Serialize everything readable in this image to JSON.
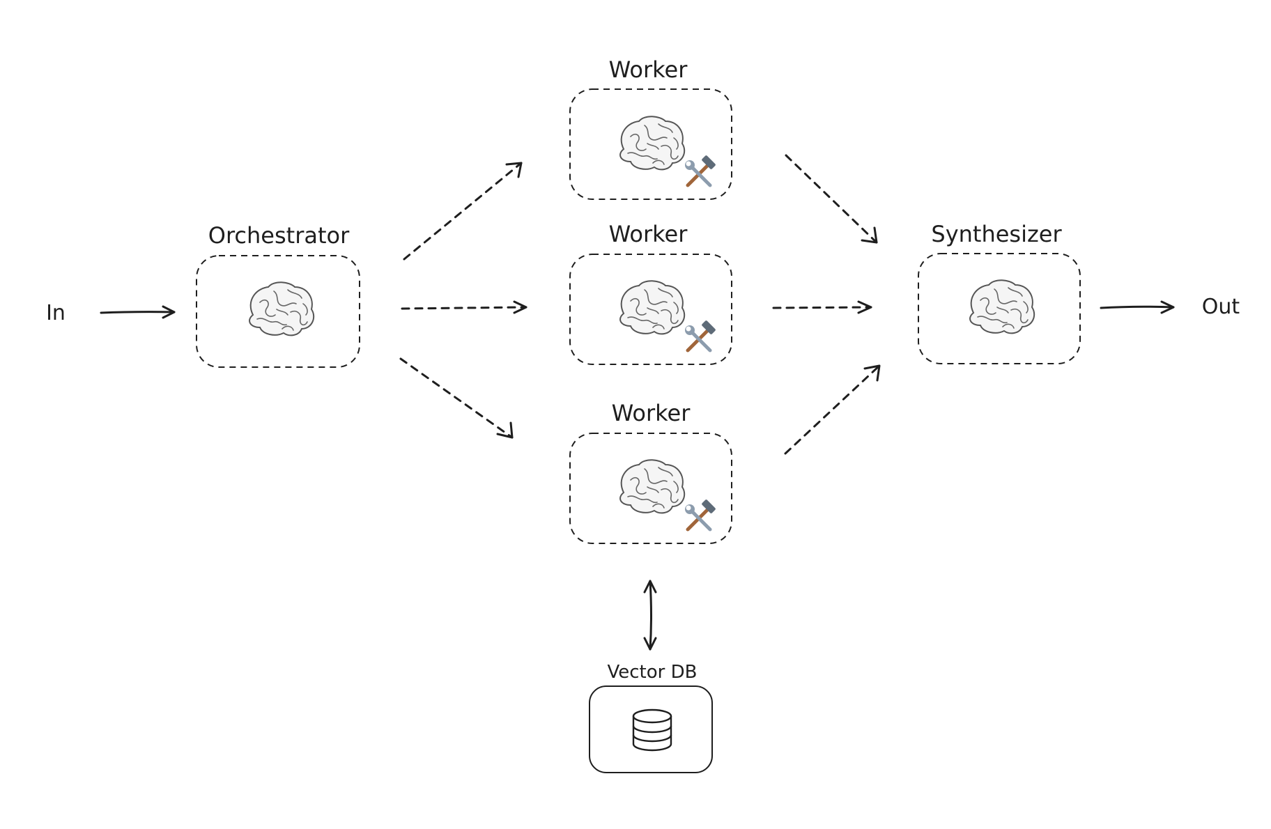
{
  "nodes": {
    "input": {
      "label": "In"
    },
    "orchestrator": {
      "label": "Orchestrator",
      "icon": "brain-icon"
    },
    "worker_top": {
      "label": "Worker",
      "icon": "brain-icon",
      "badge_icon": "hammer-and-wrench-icon"
    },
    "worker_middle": {
      "label": "Worker",
      "icon": "brain-icon",
      "badge_icon": "hammer-and-wrench-icon"
    },
    "worker_bottom": {
      "label": "Worker",
      "icon": "brain-icon",
      "badge_icon": "hammer-and-wrench-icon"
    },
    "synthesizer": {
      "label": "Synthesizer",
      "icon": "brain-icon"
    },
    "vector_db": {
      "label": "Vector DB",
      "icon": "database-icon"
    },
    "output": {
      "label": "Out"
    }
  },
  "edges": [
    {
      "from": "input",
      "to": "orchestrator",
      "style": "solid"
    },
    {
      "from": "orchestrator",
      "to": "worker_top",
      "style": "dashed"
    },
    {
      "from": "orchestrator",
      "to": "worker_middle",
      "style": "dashed"
    },
    {
      "from": "orchestrator",
      "to": "worker_bottom",
      "style": "dashed"
    },
    {
      "from": "worker_top",
      "to": "synthesizer",
      "style": "dashed"
    },
    {
      "from": "worker_middle",
      "to": "synthesizer",
      "style": "dashed"
    },
    {
      "from": "worker_bottom",
      "to": "synthesizer",
      "style": "dashed"
    },
    {
      "from": "worker_bottom",
      "to": "vector_db",
      "style": "solid",
      "bidirectional": true
    },
    {
      "from": "synthesizer",
      "to": "output",
      "style": "solid"
    }
  ],
  "colors": {
    "stroke": "#1e1e1e",
    "background": "#ffffff",
    "brain_fill": "#f5f5f5",
    "hammer_handle": "#a0653a",
    "wrench_metal": "#7f8fa0"
  }
}
